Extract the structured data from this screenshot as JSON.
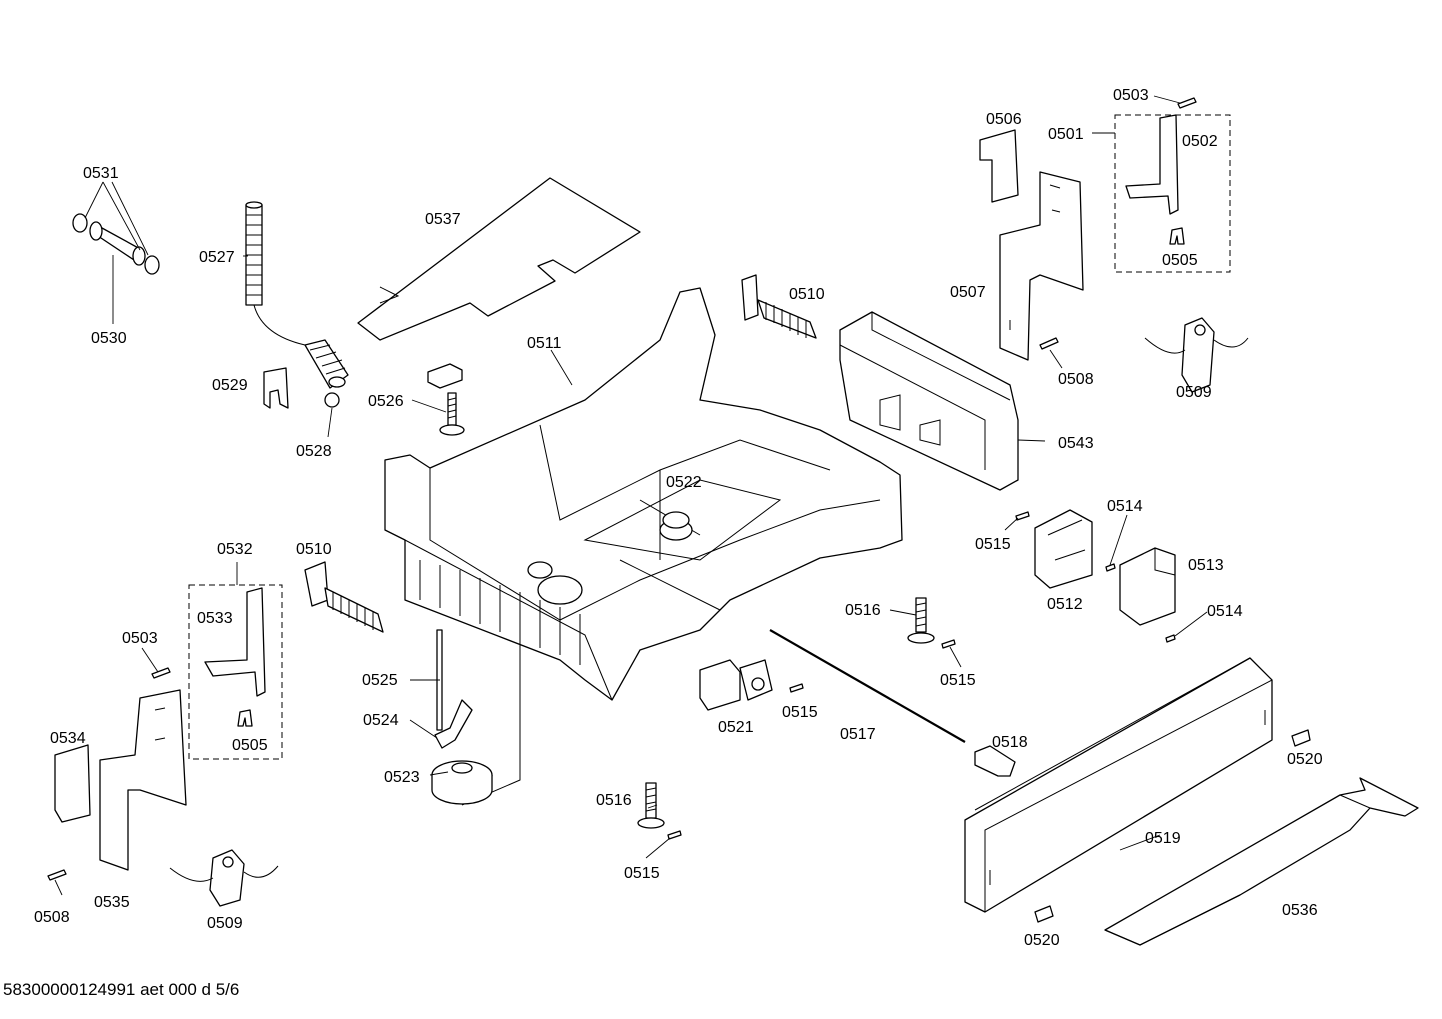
{
  "footer": {
    "reference": "58300000124991 aet 000 d 5/6"
  },
  "callouts": {
    "c0501": "0501",
    "c0502": "0502",
    "c0503a": "0503",
    "c0503b": "0503",
    "c0505a": "0505",
    "c0505b": "0505",
    "c0506": "0506",
    "c0507": "0507",
    "c0508a": "0508",
    "c0508b": "0508",
    "c0509a": "0509",
    "c0509b": "0509",
    "c0510a": "0510",
    "c0510b": "0510",
    "c0511": "0511",
    "c0512": "0512",
    "c0513": "0513",
    "c0514a": "0514",
    "c0514b": "0514",
    "c0515a": "0515",
    "c0515b": "0515",
    "c0515c": "0515",
    "c0515d": "0515",
    "c0516a": "0516",
    "c0516b": "0516",
    "c0517": "0517",
    "c0518": "0518",
    "c0519": "0519",
    "c0520a": "0520",
    "c0520b": "0520",
    "c0521": "0521",
    "c0522": "0522",
    "c0523": "0523",
    "c0524": "0524",
    "c0525": "0525",
    "c0526": "0526",
    "c0527": "0527",
    "c0528": "0528",
    "c0529": "0529",
    "c0530": "0530",
    "c0531": "0531",
    "c0532": "0532",
    "c0533": "0533",
    "c0534": "0534",
    "c0535": "0535",
    "c0536": "0536",
    "c0537": "0537",
    "c0543": "0543"
  }
}
